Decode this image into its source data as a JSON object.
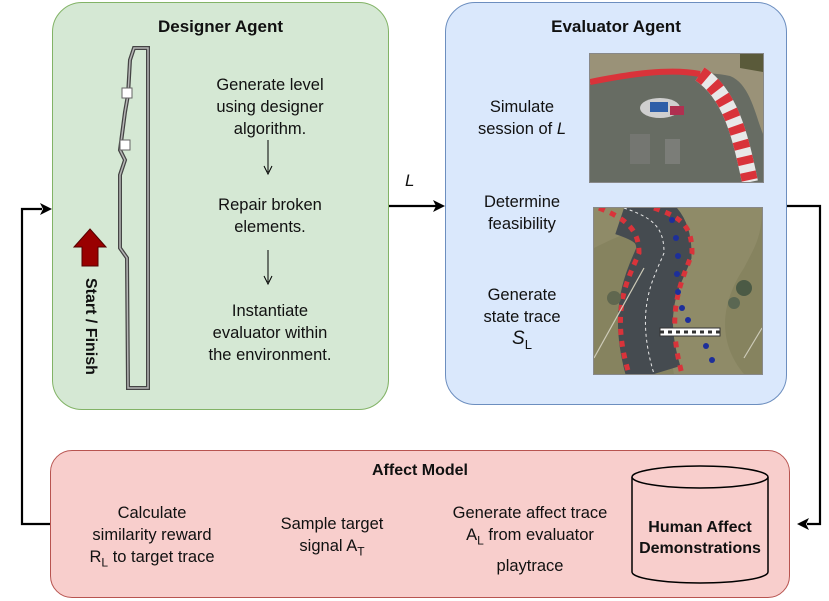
{
  "designer": {
    "title": "Designer Agent",
    "step1": [
      "Generate level",
      "using designer",
      "algorithm."
    ],
    "step2": [
      "Repair broken",
      "elements."
    ],
    "step3": [
      "Instantiate",
      "evaluator within",
      "the environment."
    ],
    "start_finish": "Start / Finish"
  },
  "evaluator": {
    "title": "Evaluator Agent",
    "step1_prefix": "Simulate",
    "step1_line2": "session of ",
    "step1_var": "L",
    "step2": [
      "Determine",
      "feasibility"
    ],
    "step3": [
      "Generate",
      "state trace"
    ],
    "step3_var": "S",
    "step3_sub": "L"
  },
  "edge_label": "L",
  "affect": {
    "title": "Affect Model",
    "db_label": [
      "Human Affect",
      "Demonstrations"
    ],
    "generate": [
      "Generate affect trace"
    ],
    "generate_var": "A",
    "generate_sub": "L",
    "generate_rest": " from evaluator",
    "generate_line3": "playtrace",
    "sample_line1": "Sample target",
    "sample_line2": "signal A",
    "sample_sub": "T",
    "calc_line1": "Calculate",
    "calc_line2": "similarity reward",
    "calc_var": "R",
    "calc_sub": "L",
    "calc_rest": " to target trace"
  },
  "colors": {
    "designer_fill": "#d5e8d4",
    "evaluator_fill": "#dae8fc",
    "affect_fill": "#f8cecc",
    "start_arrow": "#990000"
  }
}
